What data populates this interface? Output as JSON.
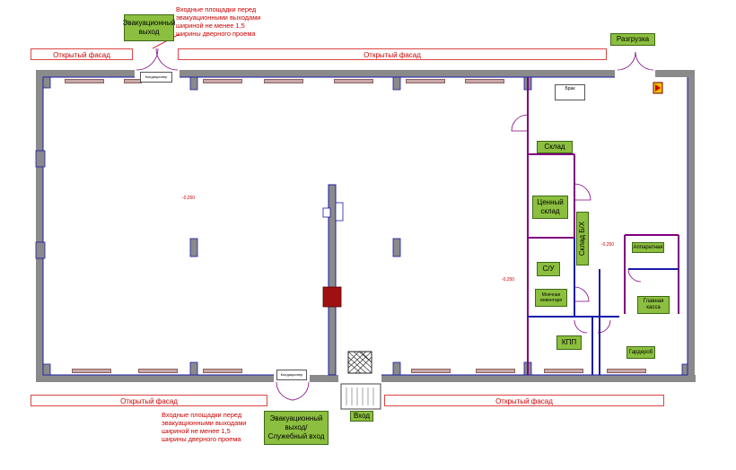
{
  "notes": {
    "top": [
      "Входные площадки перед",
      "эвакуационными выходами",
      "шириной не менее 1,5",
      "ширины дверного проема"
    ],
    "bottom": [
      "Входные площадки перед",
      "эвакуационными выходами",
      "шириной не менее 1,5",
      "ширины дверного проема"
    ]
  },
  "facades": {
    "top_left": "Открытый фасад",
    "top_center": "Открытый фасад",
    "bottom_left": "Открытый фасад",
    "bottom_right": "Открытый фасад"
  },
  "labels": {
    "evac_top": "Эвакуационный выход",
    "unloading": "Разгрузка",
    "evac_bottom": "Эвакуационный выход/ Служебный вход",
    "entrance": "Вход",
    "warehouse": "Склад",
    "valuables": "Ценный склад",
    "warehouse_bh": "Склад Б/Х",
    "wc": "С/У",
    "cleaning": "Моечная инвентаря",
    "checkpoint": "КПП",
    "hardware": "Аппаратная",
    "main_cash": "Главная касса",
    "wardrobe": "Гардероб",
    "defect": "Брак",
    "conditioner": "Кондиционер",
    "conditioner_bottom": "Кондиционер"
  },
  "elevations": {
    "main": "-0,250",
    "center": "-0,250",
    "right": "-0,250"
  },
  "colors": {
    "wall": "#808080",
    "partition": "#800080",
    "partition_blue": "#1a1aa8",
    "label_green": "#8cbf3f",
    "note_red": "#cc0000"
  }
}
